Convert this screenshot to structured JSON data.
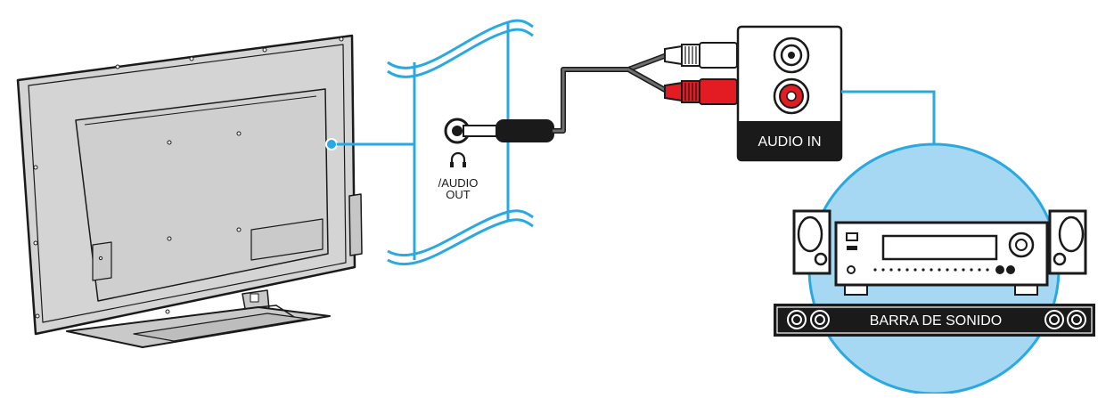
{
  "labels": {
    "audio_out_line1": "/AUDIO",
    "audio_out_line2": "OUT",
    "audio_in": "AUDIO IN",
    "soundbar": "BARRA DE SONIDO"
  },
  "icons": {
    "headphone": "headphone-icon"
  },
  "colors": {
    "accent_blue": "#29a9e1",
    "circle_fill": "#a6d8f3",
    "red_plug": "#e31b23",
    "cable": "#555555",
    "tv_body": "#d4d4d4",
    "tv_outline": "#1a1a1a",
    "panel_black": "#1a1a1a"
  }
}
